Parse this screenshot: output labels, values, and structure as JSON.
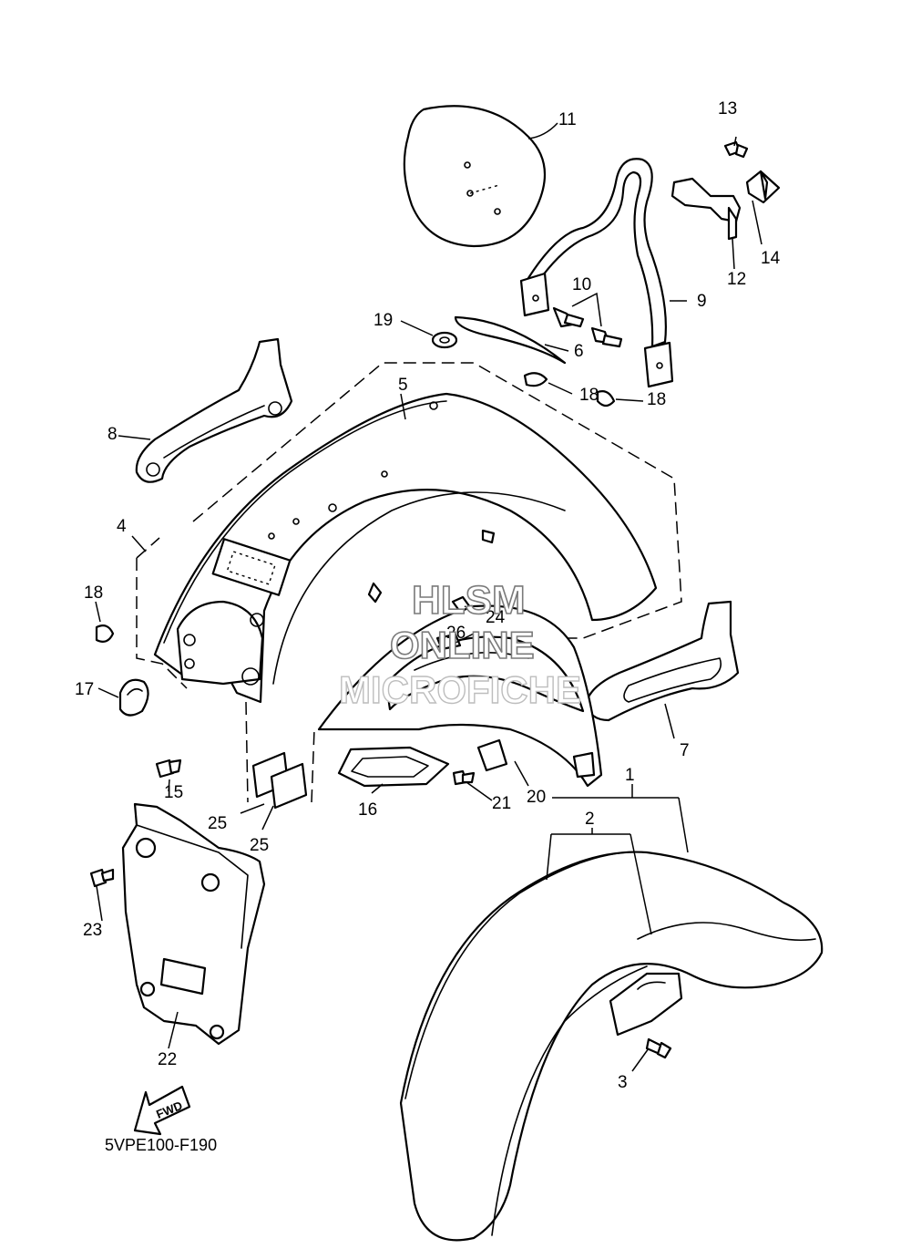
{
  "diagram": {
    "callouts": [
      "1",
      "2",
      "3",
      "4",
      "5",
      "6",
      "7",
      "8",
      "9",
      "10",
      "11",
      "12",
      "13",
      "14",
      "15",
      "16",
      "17",
      "18",
      "19",
      "20",
      "21",
      "22",
      "23",
      "24",
      "25",
      "26"
    ],
    "diagram_code": "5VPE100-F190",
    "fwd_label": "FWD",
    "watermark": {
      "line1": "HLSM",
      "line2": "ONLINE",
      "line3": "MICROFICHE"
    }
  }
}
